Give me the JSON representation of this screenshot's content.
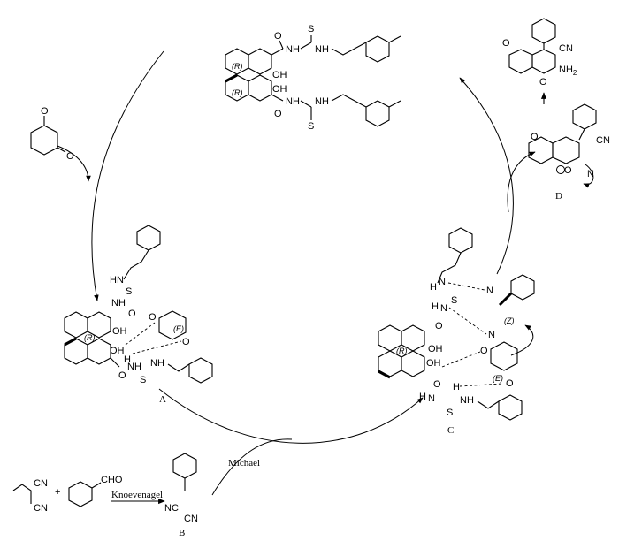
{
  "labels": {
    "R": "(R)",
    "E": "(E)",
    "Z": "(Z)",
    "A": "A",
    "B": "B",
    "C": "C",
    "D": "D",
    "michael": "Michael",
    "knoevenagel": "Knoevenagel",
    "plus": "+"
  },
  "atoms": {
    "O": "O",
    "S": "S",
    "N": "N",
    "NH": "NH",
    "H": "H",
    "OH": "OH",
    "CN": "CN",
    "NC": "NC",
    "CHO": "CHO",
    "NH2_main": "NH",
    "NH2_sub": "2",
    "HN": "HN"
  }
}
